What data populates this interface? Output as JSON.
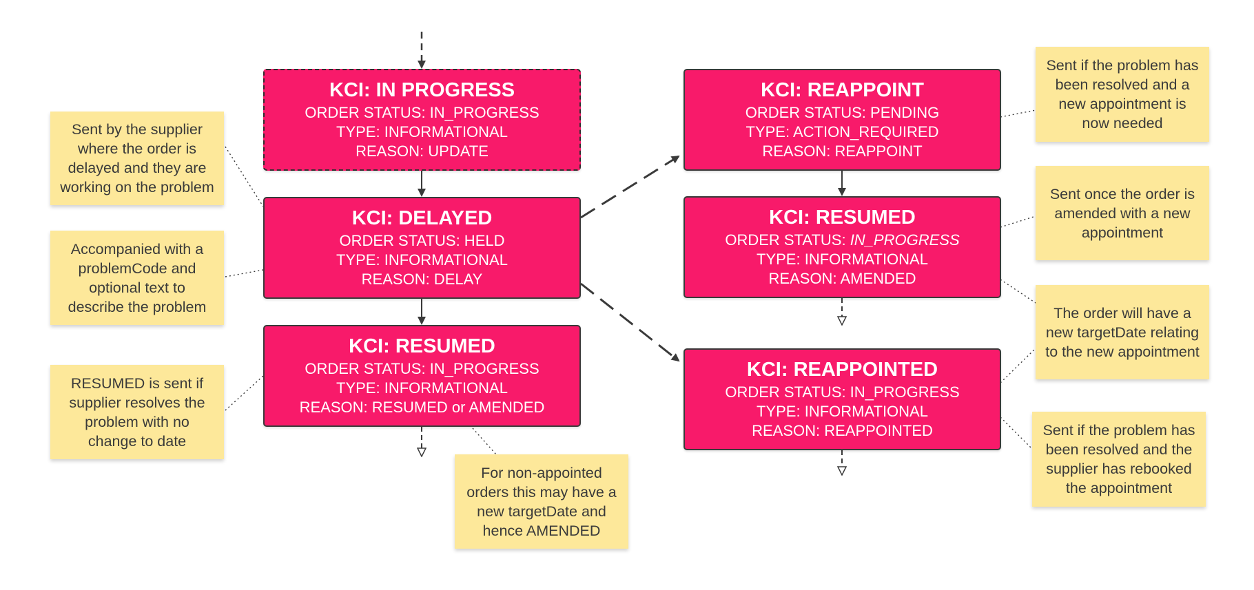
{
  "states": {
    "in_progress": {
      "title": "KCI: IN PROGRESS",
      "order_status": "ORDER STATUS: IN_PROGRESS",
      "type": "TYPE: INFORMATIONAL",
      "reason": "REASON: UPDATE"
    },
    "delayed": {
      "title": "KCI: DELAYED",
      "order_status": "ORDER STATUS: HELD",
      "type": "TYPE: INFORMATIONAL",
      "reason": "REASON: DELAY"
    },
    "resumed_left": {
      "title": "KCI: RESUMED",
      "order_status": "ORDER STATUS: IN_PROGRESS",
      "type": "TYPE: INFORMATIONAL",
      "reason": "REASON: RESUMED or AMENDED"
    },
    "reappoint": {
      "title": "KCI: REAPPOINT",
      "order_status": "ORDER STATUS: PENDING",
      "type": "TYPE: ACTION_REQUIRED",
      "reason": "REASON: REAPPOINT"
    },
    "resumed_right": {
      "title": "KCI: RESUMED",
      "order_status_label": "ORDER STATUS: ",
      "order_status_value": "IN_PROGRESS",
      "type": "TYPE: INFORMATIONAL",
      "reason": "REASON: AMENDED"
    },
    "reappointed": {
      "title": "KCI: REAPPOINTED",
      "order_status": "ORDER STATUS: IN_PROGRESS",
      "type": "TYPE: INFORMATIONAL",
      "reason": "REASON: REAPPOINTED"
    }
  },
  "notes": {
    "delayed_sent": "Sent by the supplier\nwhere the order is\ndelayed and they are\nworking on the problem",
    "problem_code": "Accompanied with a\nproblemCode and\noptional text to\ndescribe the problem",
    "resumed_sent": "RESUMED is sent if\nsupplier resolves the\nproblem with no\nchange to date",
    "non_appointed": "For non-appointed\norders this may have a\nnew targetDate and\nhence AMENDED",
    "reappoint_sent": "Sent if the problem has\nbeen resolved and a\nnew appointment is\nnow needed",
    "amended_sent": "Sent once the order is\namended with a new\nappointment",
    "target_date": "The order will have a\nnew targetDate relating\nto the new appointment",
    "rebooked_sent": "Sent if the problem has\nbeen resolved and the\nsupplier has rebooked\nthe appointment"
  },
  "colors": {
    "state_fill": "#f81a6a",
    "note_fill": "#fde89a",
    "connector": "#3a3a3a"
  }
}
